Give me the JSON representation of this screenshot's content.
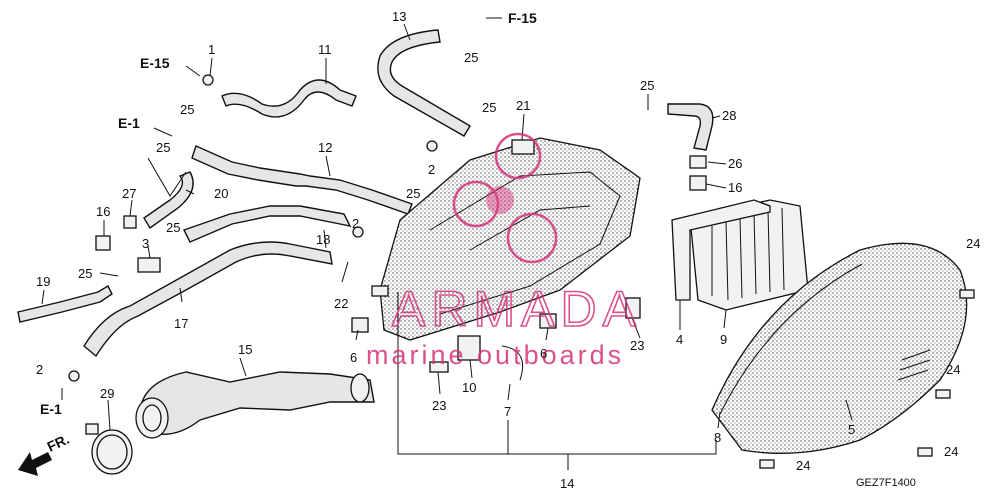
{
  "labels": {
    "n1": "1",
    "n2a": "2",
    "n2b": "2",
    "n2c": "2",
    "n3": "3",
    "n4": "4",
    "n5": "5",
    "n6a": "6",
    "n6b": "6",
    "n7": "7",
    "n8": "8",
    "n9": "9",
    "n10": "10",
    "n11": "11",
    "n12": "12",
    "n13": "13",
    "n14": "14",
    "n15": "15",
    "n16a": "16",
    "n16b": "16",
    "n17": "17",
    "n18": "18",
    "n19": "19",
    "n20": "20",
    "n21": "21",
    "n22": "22",
    "n23a": "23",
    "n23b": "23",
    "n24a": "24",
    "n24b": "24",
    "n24c": "24",
    "n24d": "24",
    "n25a": "25",
    "n25b": "25",
    "n25c": "25",
    "n25d": "25",
    "n25e": "25",
    "n25f": "25",
    "n25g": "25",
    "n25h": "25",
    "n26": "26",
    "n27": "27",
    "n28": "28",
    "n29": "29"
  },
  "references": {
    "f15": "F-15",
    "e15": "E-15",
    "e1_top": "E-1",
    "e1_bottom": "E-1",
    "front": "FR."
  },
  "watermark": {
    "brand": "ARMADA",
    "tagline": "marine outboards",
    "color": "#d6337a"
  },
  "diagram_code": "GEZ7F1400"
}
